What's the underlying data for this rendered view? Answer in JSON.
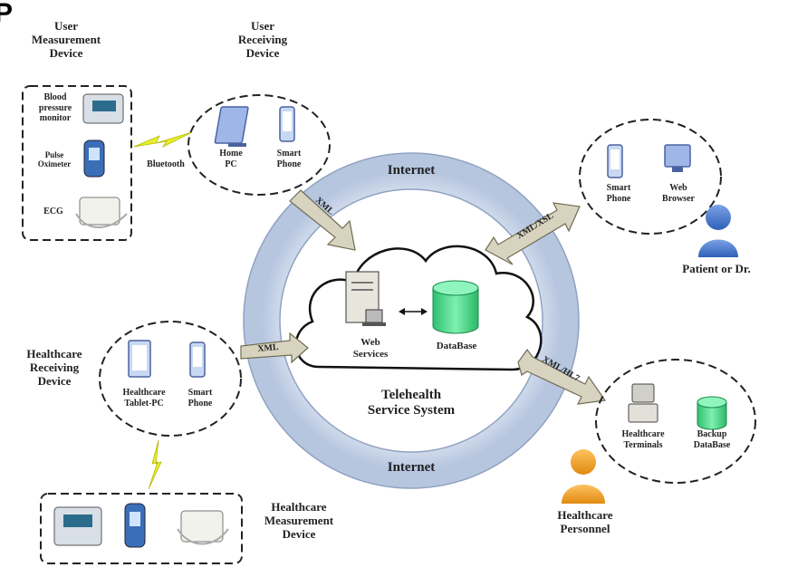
{
  "corner_mark": "P",
  "ring": {
    "top_label": "Internet",
    "bottom_label": "Internet"
  },
  "cloud": {
    "web_services": "Web\nServices",
    "database": "DataBase",
    "system_name": "Telehealth\nService System"
  },
  "arrows": {
    "user_xml": "XML",
    "patient_xml_xsl": "XML/XSL",
    "healthcare_xml": "XML",
    "personnel_xml_hl7": "XML/HL7"
  },
  "user_measurement": {
    "title": "User\nMeasurement\nDevice",
    "items": [
      "Blood\npressure\nmonitor",
      "Pulse\nOximeter",
      "ECG"
    ]
  },
  "bluetooth_label": "Bluetooth",
  "user_receiving": {
    "title": "User\nReceiving\nDevice",
    "items": [
      "Home\nPC",
      "Smart\nPhone"
    ]
  },
  "patient_devices": {
    "items": [
      "Smart\nPhone",
      "Web\nBrowser"
    ],
    "person_label": "Patient or Dr."
  },
  "healthcare_receiving": {
    "title": "Healthcare\nReceiving\nDevice",
    "items": [
      "Healthcare\nTablet-PC",
      "Smart\nPhone"
    ]
  },
  "healthcare_measurement": {
    "title": "Healthcare\nMeasurement\nDevice"
  },
  "personnel": {
    "items": [
      "Healthcare\nTerminals",
      "Backup\nDataBase"
    ],
    "person_label": "Healthcare\nPersonnel"
  },
  "colors": {
    "ring": "#c9d6ea",
    "ring_edge": "#7f90b0",
    "arrow": "#d7d3be",
    "arrow_edge": "#7d7a62",
    "database": "#44d78a",
    "person": "#4d78c8",
    "personnel": "#f0a030",
    "lightning": "#e8ef2a"
  }
}
